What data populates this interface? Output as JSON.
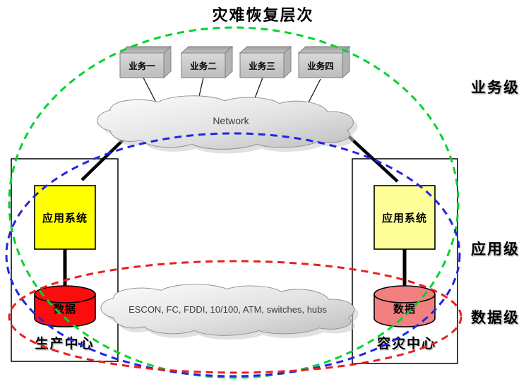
{
  "title": "灾难恢复层次",
  "network_cloud": {
    "label": "Network"
  },
  "transport_cloud": {
    "label": "ESCON, FC, FDDI, 10/100, ATM, switches, hubs"
  },
  "business": {
    "items": [
      {
        "label": "业务一"
      },
      {
        "label": "业务二"
      },
      {
        "label": "业务三"
      },
      {
        "label": "业务四"
      }
    ]
  },
  "production_center": {
    "name": "生产中心",
    "app_label": "应用系统",
    "data_label": "数据"
  },
  "recovery_center": {
    "name": "容灾中心",
    "app_label": "应用系统",
    "data_label": "数据"
  },
  "levels": {
    "business": "业务级",
    "application": "应用级",
    "data": "数据级"
  },
  "colors": {
    "ellipse_green": "#00d42c",
    "ellipse_blue": "#2323e6",
    "ellipse_red": "#e91f1f",
    "app_box_left": "#ffff00",
    "app_box_right": "#ffff99",
    "data_cyl_left": "#fb0d0d",
    "data_cyl_right": "#f28080"
  }
}
